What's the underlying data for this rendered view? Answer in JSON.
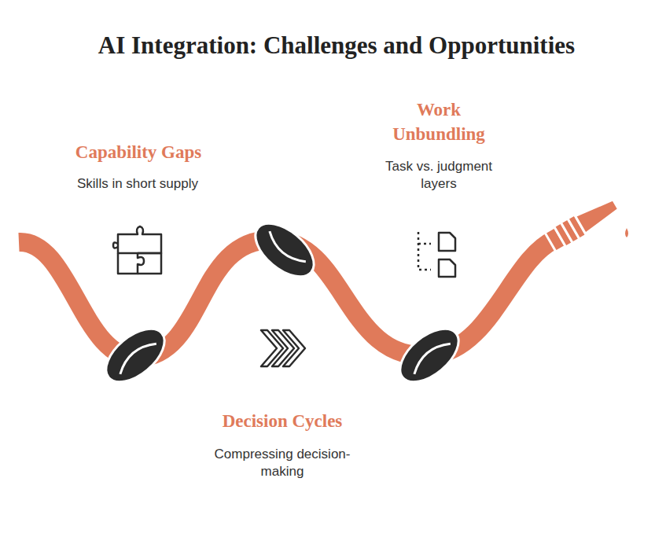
{
  "diagram": {
    "title": "AI Integration: Challenges and Opportunities",
    "labels": [
      "Capability Gaps",
      "Skills in short supply",
      "Work Unbundling",
      "Task vs. judgment layers",
      "Decision Cycles",
      "Compressing decision-making"
    ]
  }
}
